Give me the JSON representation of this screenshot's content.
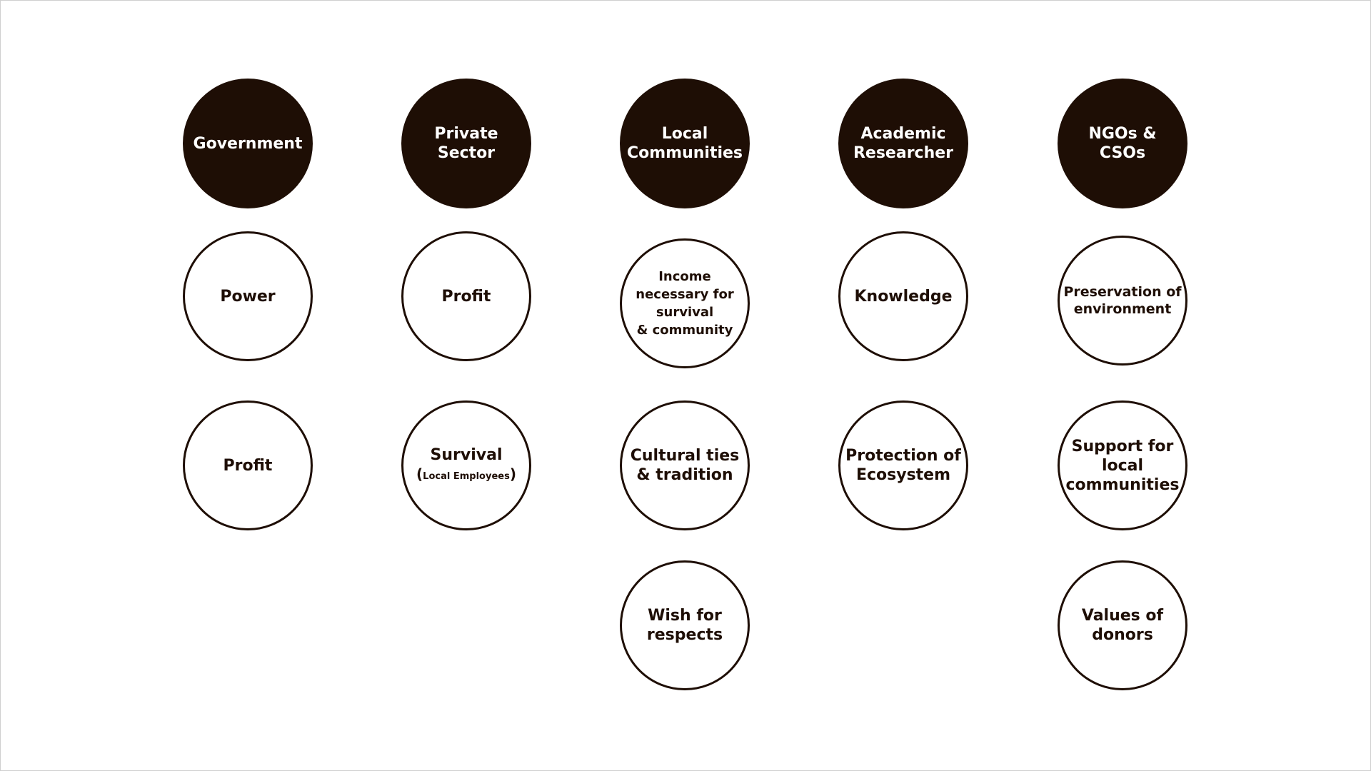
{
  "stakeholders": [
    {
      "name_lines": [
        "Government"
      ],
      "values": [
        {
          "lines": [
            "Power"
          ]
        },
        {
          "lines": [
            "Profit"
          ]
        }
      ]
    },
    {
      "name_lines": [
        "Private",
        "Sector"
      ],
      "values": [
        {
          "lines": [
            "Profit"
          ]
        },
        {
          "lines": [
            "Survival"
          ],
          "sub_open": "(",
          "sub": "Local Employees",
          "sub_close": ")"
        }
      ]
    },
    {
      "name_lines": [
        "Local",
        "Communities"
      ],
      "values": [
        {
          "lines": [
            "Income",
            "necessary for",
            "survival",
            "& community"
          ]
        },
        {
          "lines": [
            "Cultural ties",
            "& tradition"
          ]
        },
        {
          "lines": [
            "Wish for",
            "respects"
          ]
        }
      ]
    },
    {
      "name_lines": [
        "Academic",
        "Researcher"
      ],
      "values": [
        {
          "lines": [
            "Knowledge"
          ]
        },
        {
          "lines": [
            "Protection of",
            "Ecosystem"
          ]
        }
      ]
    },
    {
      "name_lines": [
        "NGOs &",
        "CSOs"
      ],
      "values": [
        {
          "lines": [
            "Preservation of",
            "environment"
          ]
        },
        {
          "lines": [
            "Support for",
            "local",
            "communities"
          ]
        },
        {
          "lines": [
            "Values of",
            "donors"
          ]
        }
      ]
    }
  ],
  "colors": {
    "head_fill": "#1e0e05",
    "outline": "#1e0e05",
    "background": "#ffffff"
  }
}
